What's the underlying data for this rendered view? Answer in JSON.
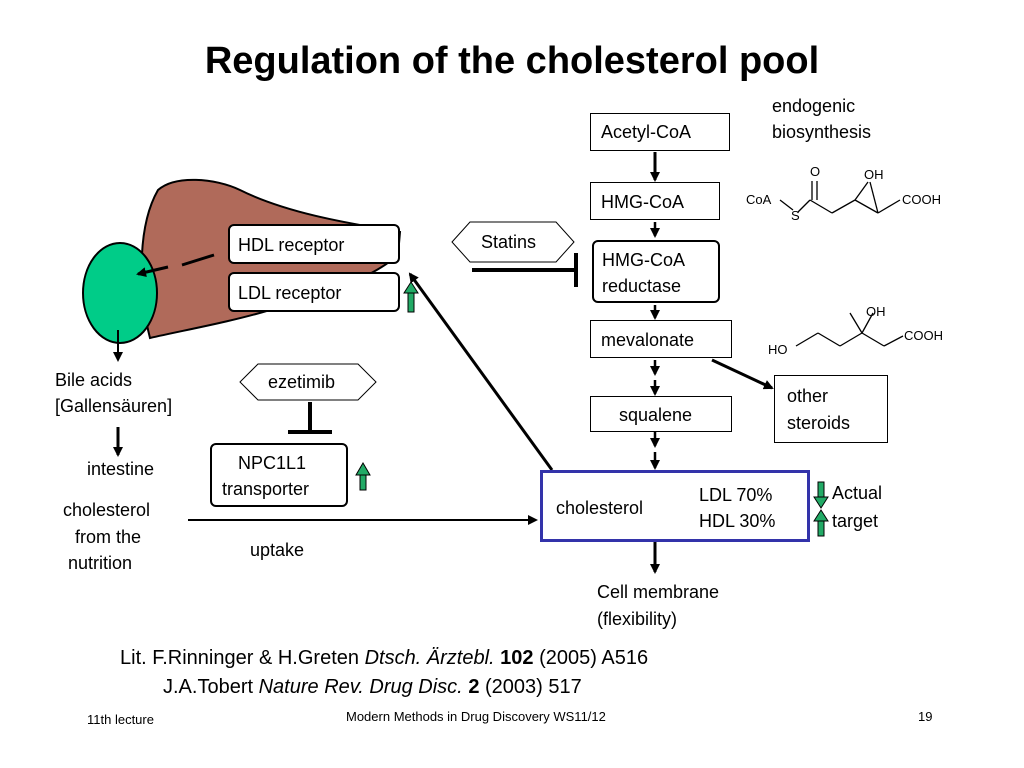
{
  "title": "Regulation of the cholesterol pool",
  "pathway": {
    "acetyl_coa": "Acetyl-CoA",
    "hmg_coa": "HMG-CoA",
    "hmg_coa_reductase_1": "HMG-CoA",
    "hmg_coa_reductase_2": "reductase",
    "mevalonate": "mevalonate",
    "squalene": "squalene",
    "cholesterol": "cholesterol",
    "ldl": "LDL 70%",
    "hdl": "HDL 30%",
    "other_steroids_1": "other",
    "other_steroids_2": "steroids",
    "cell_membrane_1": "Cell membrane",
    "cell_membrane_2": "(flexibility)",
    "endogenic_1": "endogenic",
    "endogenic_2": "biosynthesis"
  },
  "structures": {
    "hmg_o": "O",
    "hmg_oh": "OH",
    "hmg_coa": "CoA",
    "hmg_s": "S",
    "hmg_cooh": "COOH",
    "mev_oh": "OH",
    "mev_ho": "HO",
    "mev_cooh": "COOH"
  },
  "drugs": {
    "statins": "Statins",
    "ezetimib": "ezetimib"
  },
  "liver": {
    "hdl_receptor": "HDL receptor",
    "ldl_receptor": "LDL receptor",
    "bile_acids_1": "Bile acids",
    "bile_acids_2": "[Gallensäuren]",
    "intestine": "intestine",
    "diet_1": "cholesterol",
    "diet_2": "from the",
    "diet_3": "nutrition",
    "npc1l1_1": "NPC1L1",
    "npc1l1_2": "transporter",
    "uptake": "uptake"
  },
  "target": {
    "actual": "Actual",
    "target": "target"
  },
  "references": {
    "ref1_authors": "Lit. F.Rinninger & H.Greten ",
    "ref1_journal": "Dtsch. Ärztebl.",
    "ref1_volume": "102",
    "ref1_rest": " (2005) A516",
    "ref2_authors": "J.A.Tobert ",
    "ref2_journal": "Nature Rev. Drug Disc.",
    "ref2_volume": "2",
    "ref2_rest": " (2003) 517"
  },
  "footer": {
    "left": "11th lecture",
    "center": "Modern Methods in Drug Discovery WS11/12",
    "page": "19"
  },
  "colors": {
    "liver": "#b06a5a",
    "gallbladder": "#00cc88",
    "green_arrow": "#22aa66",
    "cholesterol_border": "#3333aa"
  }
}
